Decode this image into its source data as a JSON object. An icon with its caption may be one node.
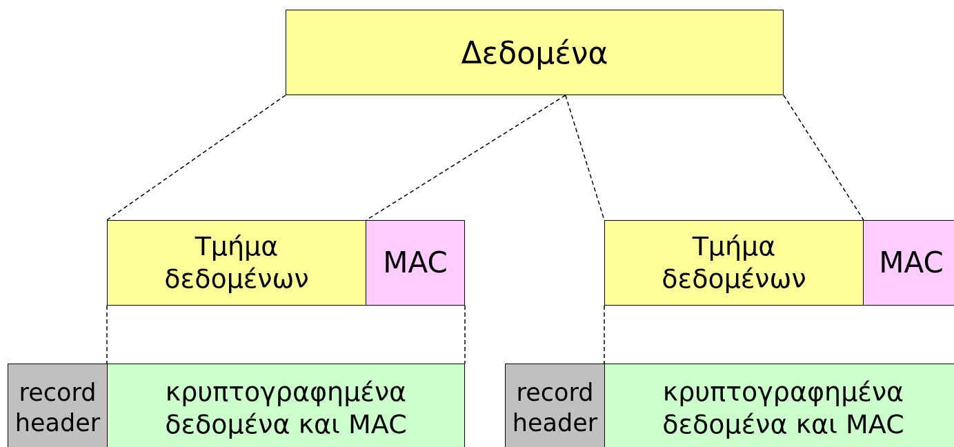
{
  "diagram": {
    "nodes": [
      {
        "text": [
          "Δεδομένα"
        ]
      },
      {
        "text": [
          "Τμήμα δεδομένων"
        ]
      },
      {
        "text": [
          "MAC"
        ]
      },
      {
        "text": [
          "Τμήμα δεδομένων"
        ]
      },
      {
        "text": [
          "MAC"
        ]
      },
      {
        "text": [
          "record header"
        ]
      },
      {
        "text": [
          "κρυπτογραφημένα δεδομένα και MAC"
        ]
      },
      {
        "text": [
          "record header"
        ]
      },
      {
        "text": [
          "κρυπτογραφημένα δεδομένα και MAC"
        ]
      }
    ],
    "edges": [
      {
        "from": 0,
        "to": 1,
        "arrow": "none",
        "style": "dashed"
      },
      {
        "from": 0,
        "to": 1,
        "arrow": "none",
        "style": "dashed"
      },
      {
        "from": 0,
        "to": 3,
        "arrow": "none",
        "style": "dashed"
      },
      {
        "from": 0,
        "to": 3,
        "arrow": "none",
        "style": "dashed"
      },
      {
        "from": 1,
        "to": 6,
        "arrow": "none",
        "style": "dashed"
      },
      {
        "from": 2,
        "to": 6,
        "arrow": "none",
        "style": "dashed"
      },
      {
        "from": 3,
        "to": 8,
        "arrow": "none",
        "style": "dashed"
      }
    ]
  }
}
